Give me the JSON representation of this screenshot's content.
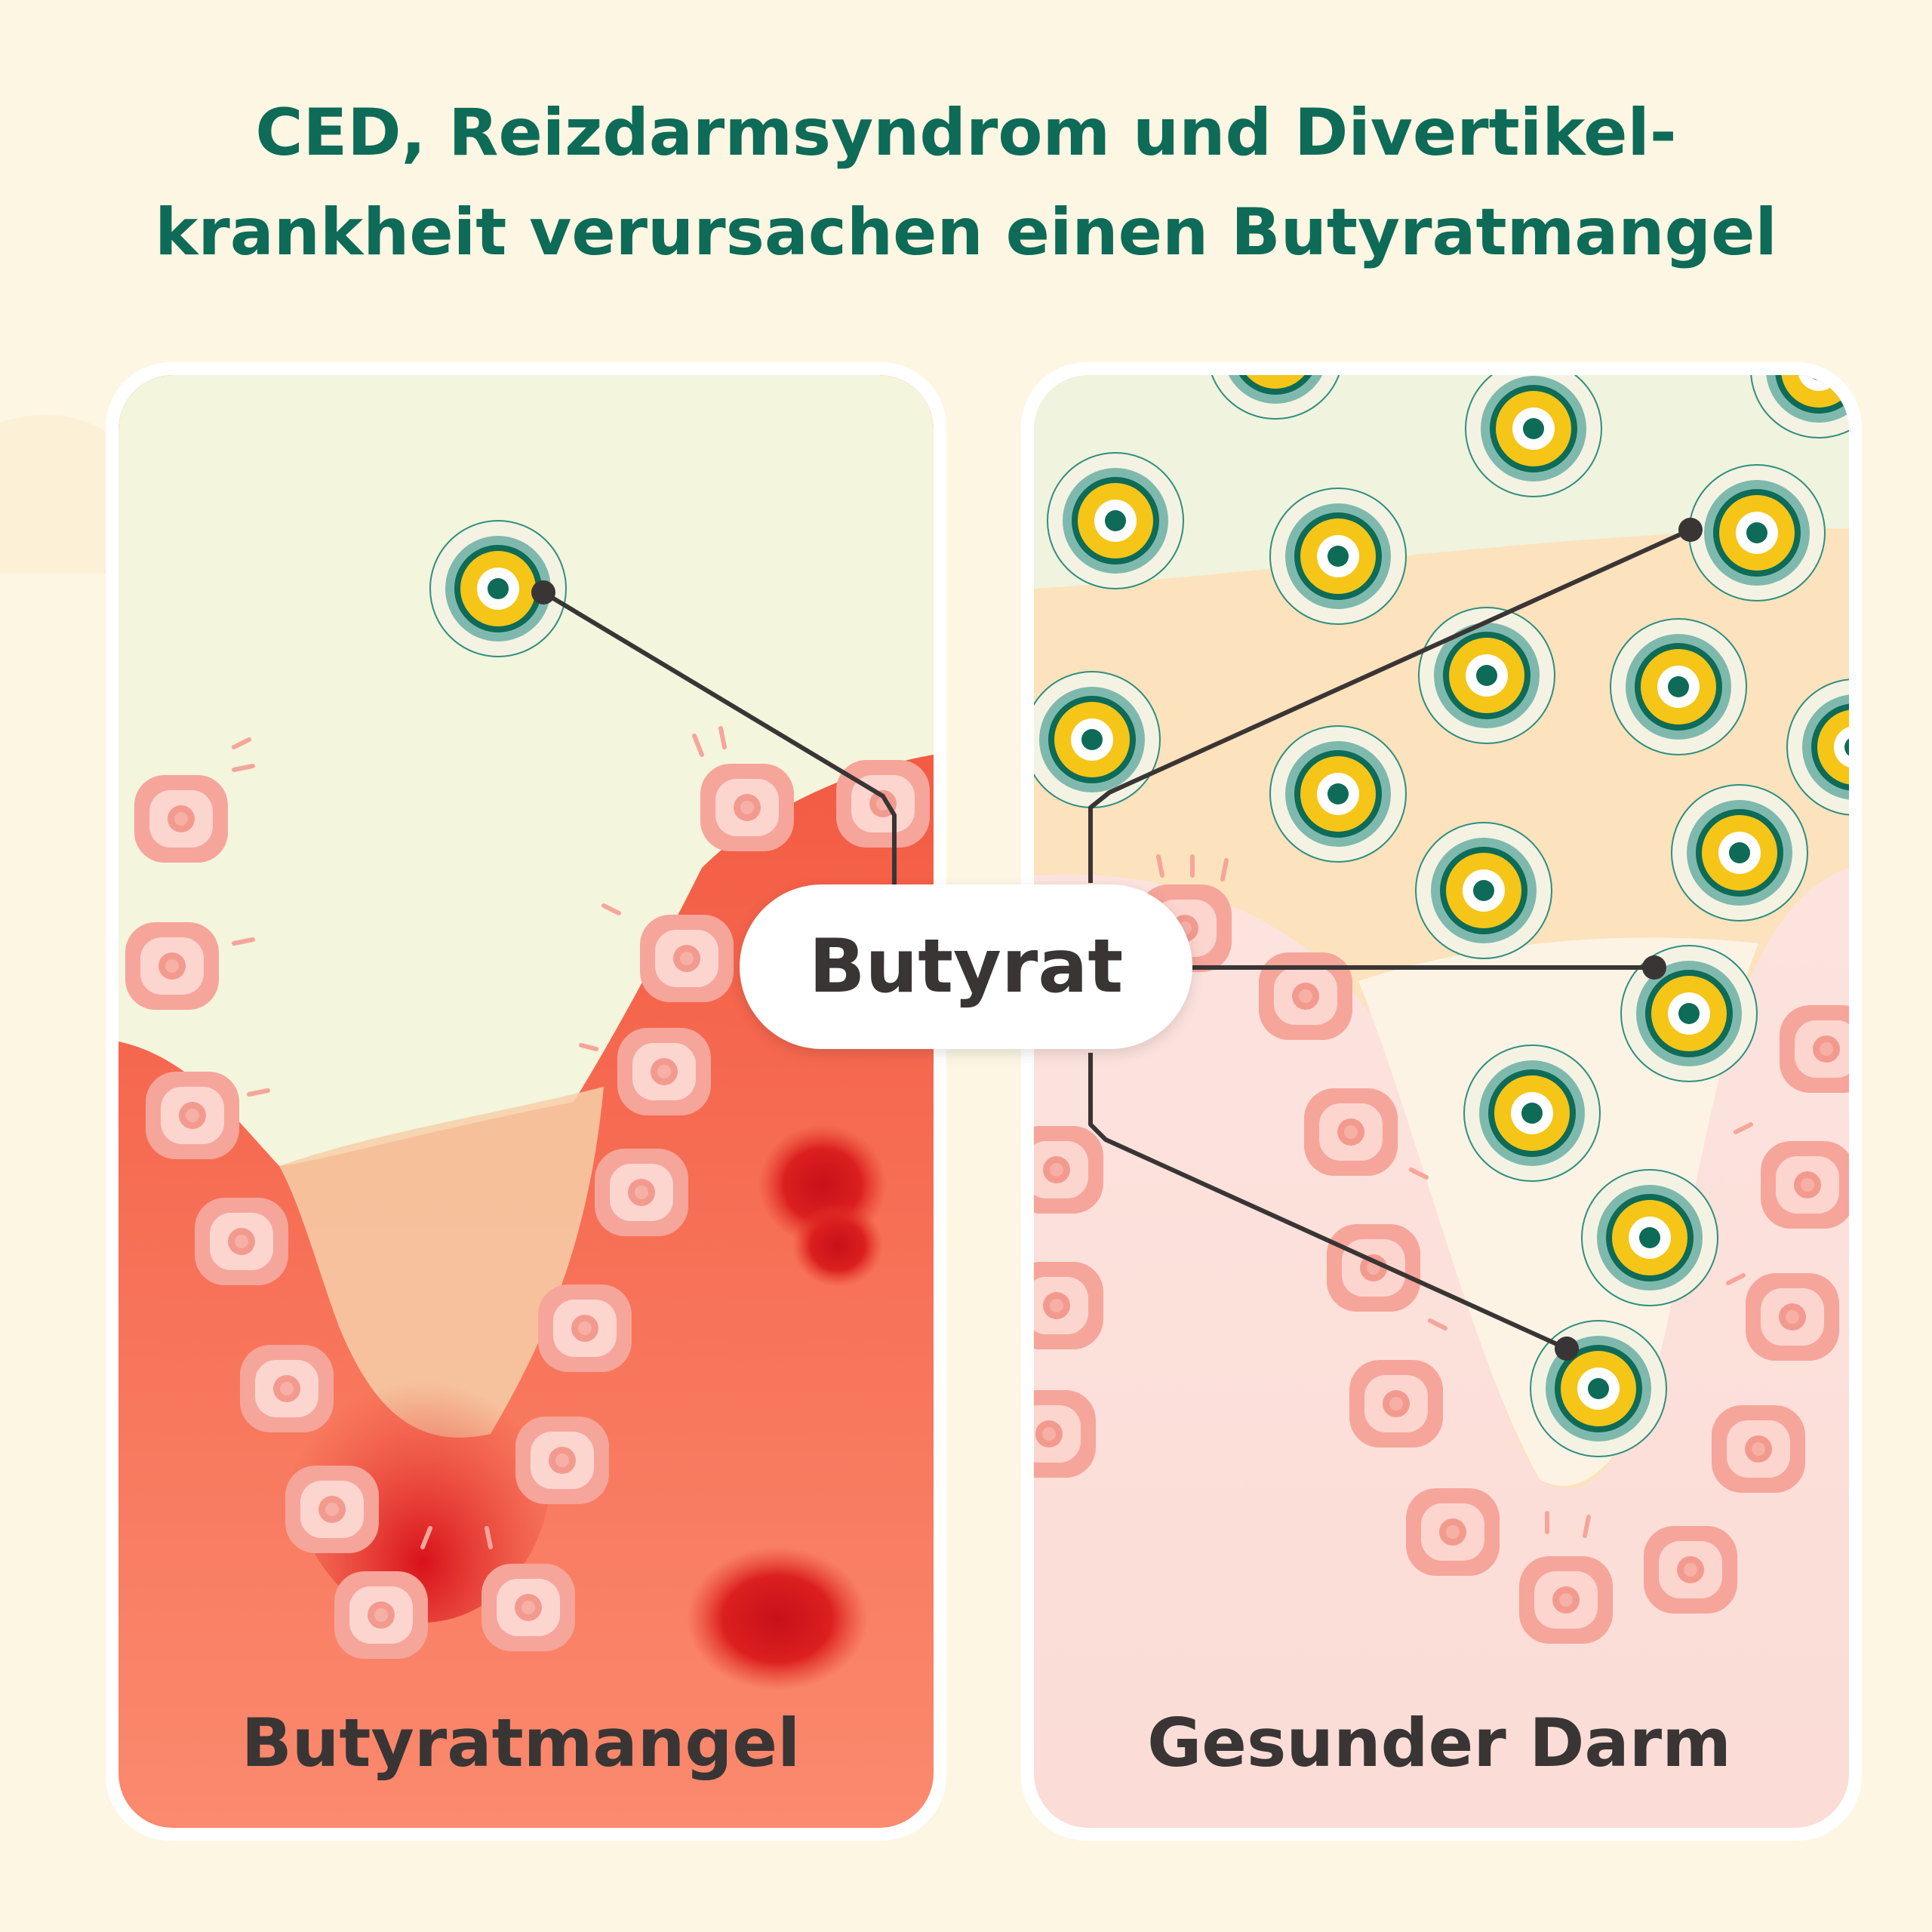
{
  "title": {
    "line1": "CED, Reizdarmsyndrom und Divertikel-",
    "line2": "krankheit verursachen einen Butyratmangel"
  },
  "panels": {
    "left": {
      "label": "Butyratmangel"
    },
    "right": {
      "label": "Gesunder Darm"
    }
  },
  "center_label": "Butyrat",
  "colors": {
    "title_green": "#0d6b57",
    "label_dark": "#3a3535",
    "molecule_yellow": "#f5c518",
    "molecule_teal": "#2f8f7f",
    "cell_pink": "#f6a59a",
    "inflamed_red": "#e23b2a",
    "healthy_tissue": "#fde3df"
  }
}
